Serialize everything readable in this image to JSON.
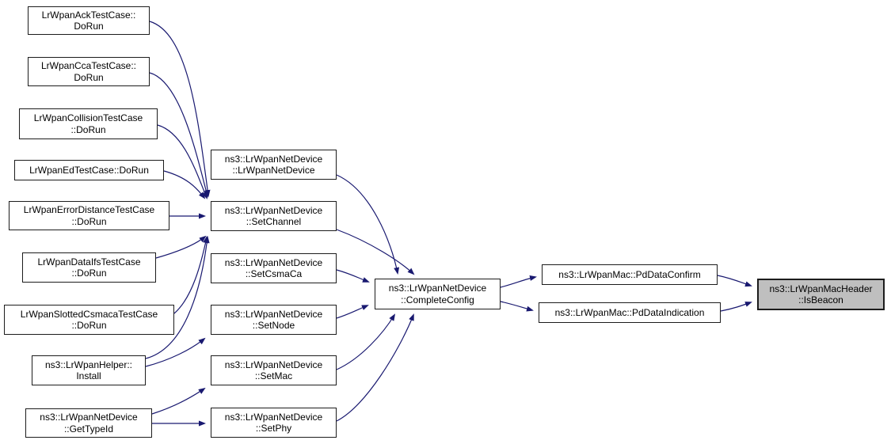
{
  "diagram": {
    "kind": "call-graph",
    "highlighted_function": "ns3::LrWpanMacHeader::IsBeacon",
    "colors": {
      "background": "#ffffff",
      "edge": "#191970",
      "node_fill": "#ffffff",
      "node_border": "#1c1c1c",
      "highlight_fill": "#bfbfbf",
      "text": "#000000"
    },
    "nodes": [
      {
        "id": "ack-dorun",
        "label": "LrWpanAckTestCase::\nDoRun",
        "highlighted": false
      },
      {
        "id": "cca-dorun",
        "label": "LrWpanCcaTestCase::\nDoRun",
        "highlighted": false
      },
      {
        "id": "collision-dorun",
        "label": "LrWpanCollisionTestCase\n::DoRun",
        "highlighted": false
      },
      {
        "id": "ed-dorun",
        "label": "LrWpanEdTestCase::DoRun",
        "highlighted": false
      },
      {
        "id": "errordistance-dorun",
        "label": "LrWpanErrorDistanceTestCase\n::DoRun",
        "highlighted": false
      },
      {
        "id": "dataifs-dorun",
        "label": "LrWpanDataIfsTestCase\n::DoRun",
        "highlighted": false
      },
      {
        "id": "slottedcsmaca-dorun",
        "label": "LrWpanSlottedCsmacaTestCase\n::DoRun",
        "highlighted": false
      },
      {
        "id": "helper-install",
        "label": "ns3::LrWpanHelper::\nInstall",
        "highlighted": false
      },
      {
        "id": "gettypeid",
        "label": "ns3::LrWpanNetDevice\n::GetTypeId",
        "highlighted": false
      },
      {
        "id": "netdevice-ctor",
        "label": "ns3::LrWpanNetDevice\n::LrWpanNetDevice",
        "highlighted": false
      },
      {
        "id": "setchannel",
        "label": "ns3::LrWpanNetDevice\n::SetChannel",
        "highlighted": false
      },
      {
        "id": "setcsmaca",
        "label": "ns3::LrWpanNetDevice\n::SetCsmaCa",
        "highlighted": false
      },
      {
        "id": "setnode",
        "label": "ns3::LrWpanNetDevice\n::SetNode",
        "highlighted": false
      },
      {
        "id": "setmac",
        "label": "ns3::LrWpanNetDevice\n::SetMac",
        "highlighted": false
      },
      {
        "id": "setphy",
        "label": "ns3::LrWpanNetDevice\n::SetPhy",
        "highlighted": false
      },
      {
        "id": "completeconfig",
        "label": "ns3::LrWpanNetDevice\n::CompleteConfig",
        "highlighted": false
      },
      {
        "id": "pddataconfirm",
        "label": "ns3::LrWpanMac::PdDataConfirm",
        "highlighted": false
      },
      {
        "id": "pddataindication",
        "label": "ns3::LrWpanMac::PdDataIndication",
        "highlighted": false
      },
      {
        "id": "isbeacon",
        "label": "ns3::LrWpanMacHeader\n::IsBeacon",
        "highlighted": true
      }
    ],
    "edges": [
      {
        "from": "ack-dorun",
        "to": "setchannel"
      },
      {
        "from": "cca-dorun",
        "to": "setchannel"
      },
      {
        "from": "collision-dorun",
        "to": "setchannel"
      },
      {
        "from": "ed-dorun",
        "to": "setchannel"
      },
      {
        "from": "errordistance-dorun",
        "to": "setchannel"
      },
      {
        "from": "dataifs-dorun",
        "to": "setchannel"
      },
      {
        "from": "slottedcsmaca-dorun",
        "to": "setchannel"
      },
      {
        "from": "helper-install",
        "to": "setchannel"
      },
      {
        "from": "helper-install",
        "to": "setnode"
      },
      {
        "from": "gettypeid",
        "to": "setmac"
      },
      {
        "from": "gettypeid",
        "to": "setphy"
      },
      {
        "from": "netdevice-ctor",
        "to": "completeconfig"
      },
      {
        "from": "setchannel",
        "to": "completeconfig"
      },
      {
        "from": "setcsmaca",
        "to": "completeconfig"
      },
      {
        "from": "setnode",
        "to": "completeconfig"
      },
      {
        "from": "setmac",
        "to": "completeconfig"
      },
      {
        "from": "setphy",
        "to": "completeconfig"
      },
      {
        "from": "completeconfig",
        "to": "pddataconfirm"
      },
      {
        "from": "completeconfig",
        "to": "pddataindication"
      },
      {
        "from": "pddataconfirm",
        "to": "isbeacon"
      },
      {
        "from": "pddataindication",
        "to": "isbeacon"
      }
    ]
  }
}
